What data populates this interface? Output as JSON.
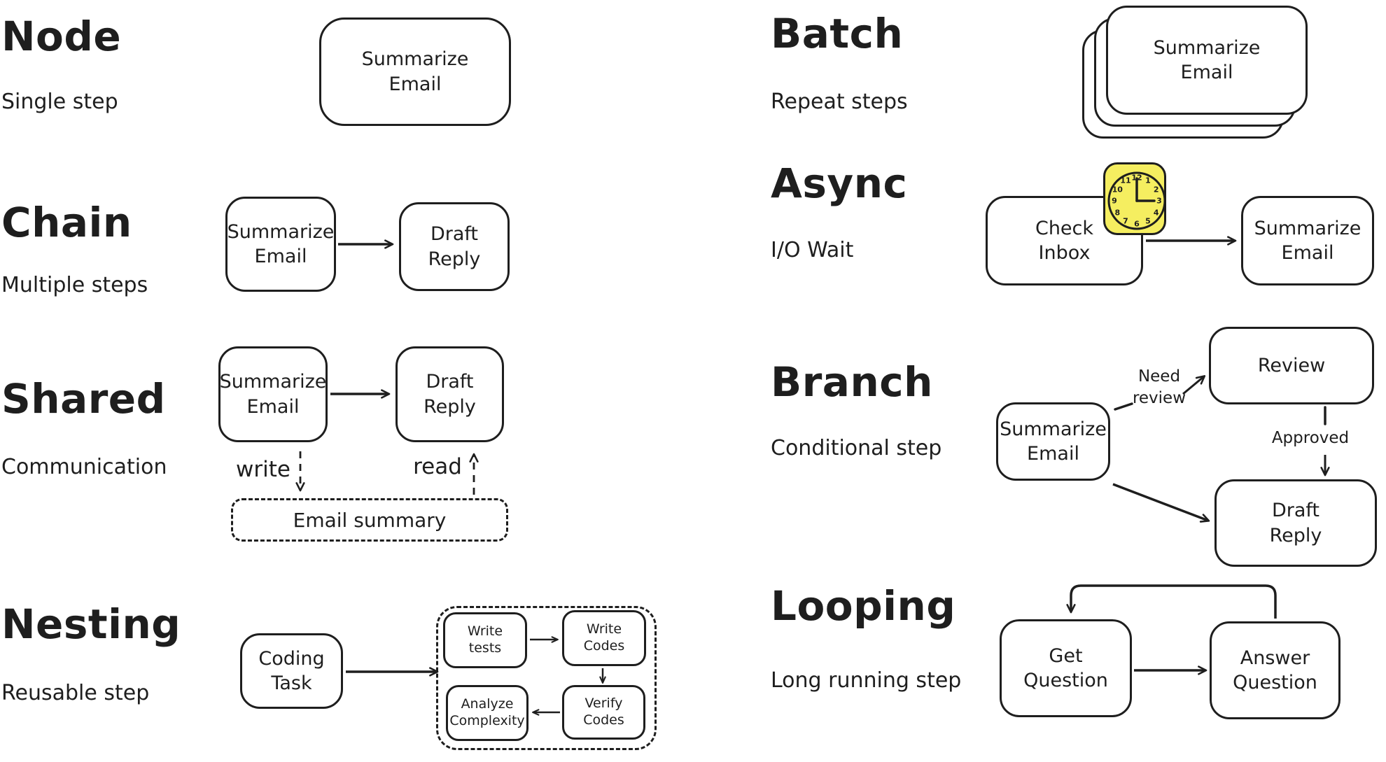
{
  "colors": {
    "stroke": "#1e1e1e",
    "clock_fill": "#f5ee60",
    "background": "#ffffff"
  },
  "sections": {
    "node": {
      "title": "Node",
      "subtitle": "Single step",
      "box1": "Summarize\nEmail"
    },
    "chain": {
      "title": "Chain",
      "subtitle": "Multiple steps",
      "box1": "Summarize\nEmail",
      "box2": "Draft\nReply"
    },
    "shared": {
      "title": "Shared",
      "subtitle": "Communication",
      "box1": "Summarize\nEmail",
      "box2": "Draft\nReply",
      "write_label": "write",
      "read_label": "read",
      "store_label": "Email summary"
    },
    "nesting": {
      "title": "Nesting",
      "subtitle": "Reusable step",
      "box1": "Coding\nTask",
      "sub_boxes": [
        "Write\ntests",
        "Write\nCodes",
        "Verify\nCodes",
        "Analyze\nComplexity"
      ]
    },
    "batch": {
      "title": "Batch",
      "subtitle": "Repeat steps",
      "box1": "Summarize\nEmail"
    },
    "async": {
      "title": "Async",
      "subtitle": "I/O Wait",
      "box1": "Check\nInbox",
      "box2": "Summarize\nEmail",
      "clock_numbers": [
        "12",
        "1",
        "2",
        "3",
        "4",
        "5",
        "6",
        "7",
        "8",
        "9",
        "10",
        "11"
      ]
    },
    "branch": {
      "title": "Branch",
      "subtitle": "Conditional step",
      "box1": "Summarize\nEmail",
      "box2": "Review",
      "box3": "Draft\nReply",
      "need_review_label": "Need\nreview",
      "approved_label": "Approved"
    },
    "looping": {
      "title": "Looping",
      "subtitle": "Long running step",
      "box1": "Get\nQuestion",
      "box2": "Answer\nQuestion"
    }
  }
}
